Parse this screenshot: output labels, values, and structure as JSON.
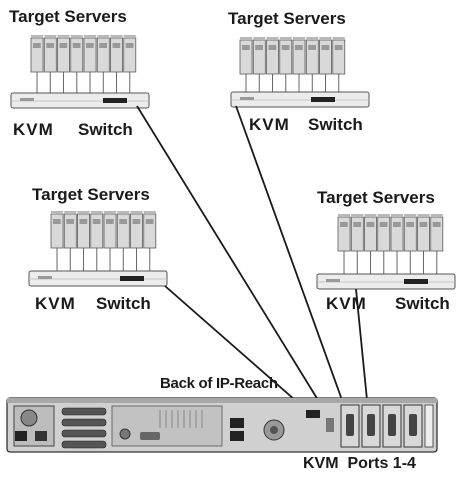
{
  "groups": [
    {
      "title": "Target Servers",
      "kvm": "KVM",
      "switch": "Switch"
    },
    {
      "title": "Target Servers",
      "kvm": "KVM",
      "switch": "Switch"
    },
    {
      "title": "Target Servers",
      "kvm": "KVM",
      "switch": "Switch"
    },
    {
      "title": "Target Servers",
      "kvm": "KVM",
      "switch": "Switch"
    }
  ],
  "device": {
    "caption": "Back of IP-Reach",
    "ports_label": "KVM  Ports 1-4"
  },
  "servers_per_rack": 8,
  "ports_count": 4,
  "colors": {
    "line": "#1a1a1a",
    "server_face": "#d9d9d9",
    "server_stroke": "#5a5a5a",
    "switch_face": "#ececec",
    "chassis": "#cfcfcf"
  }
}
